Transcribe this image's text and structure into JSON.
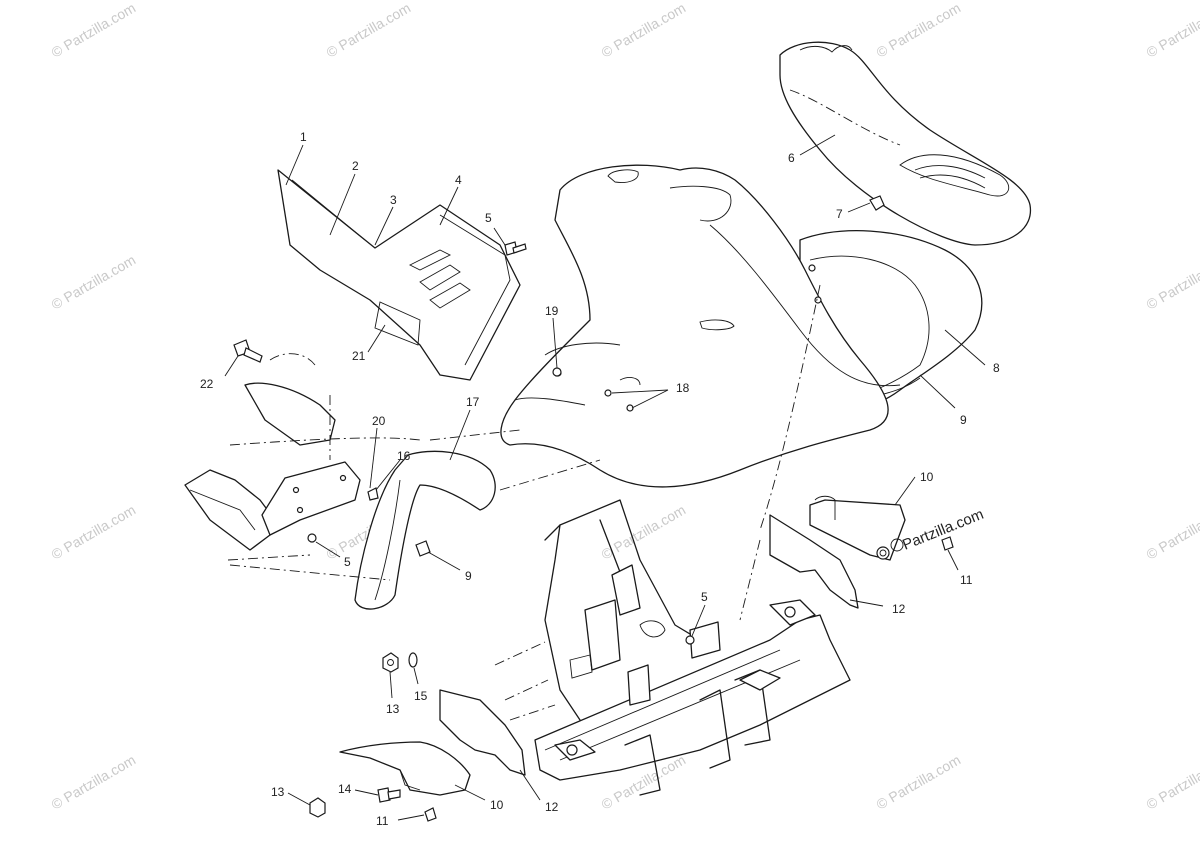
{
  "watermark": "© Partzilla.com",
  "brand_stamp": "Partzilla.com",
  "callouts": [
    {
      "id": "c1",
      "text": "1"
    },
    {
      "id": "c2",
      "text": "2"
    },
    {
      "id": "c3",
      "text": "3"
    },
    {
      "id": "c4",
      "text": "4"
    },
    {
      "id": "c5a",
      "text": "5"
    },
    {
      "id": "c6",
      "text": "6"
    },
    {
      "id": "c7",
      "text": "7"
    },
    {
      "id": "c8",
      "text": "8"
    },
    {
      "id": "c9a",
      "text": "9"
    },
    {
      "id": "c19",
      "text": "19"
    },
    {
      "id": "c18",
      "text": "18"
    },
    {
      "id": "c21",
      "text": "21"
    },
    {
      "id": "c22",
      "text": "22"
    },
    {
      "id": "c20",
      "text": "20"
    },
    {
      "id": "c17",
      "text": "17"
    },
    {
      "id": "c16",
      "text": "16"
    },
    {
      "id": "c5b",
      "text": "5"
    },
    {
      "id": "c9b",
      "text": "9"
    },
    {
      "id": "c10a",
      "text": "10"
    },
    {
      "id": "c11a",
      "text": "11"
    },
    {
      "id": "c12a",
      "text": "12"
    },
    {
      "id": "c5c",
      "text": "5"
    },
    {
      "id": "c13a",
      "text": "13"
    },
    {
      "id": "c15",
      "text": "15"
    },
    {
      "id": "c13b",
      "text": "13"
    },
    {
      "id": "c14",
      "text": "14"
    },
    {
      "id": "c11b",
      "text": "11"
    },
    {
      "id": "c10b",
      "text": "10"
    },
    {
      "id": "c12b",
      "text": "12"
    }
  ]
}
